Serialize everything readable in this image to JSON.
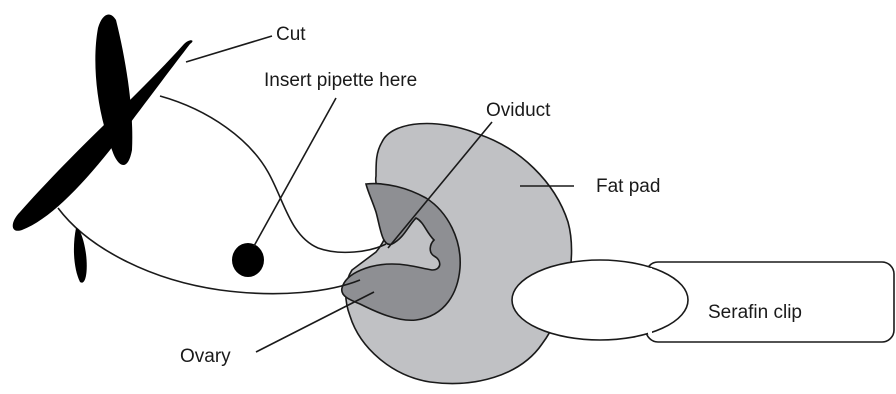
{
  "labels": {
    "cut": "Cut",
    "insert_pipette": "Insert pipette here",
    "oviduct": "Oviduct",
    "fat_pad": "Fat pad",
    "serafin_clip": "Serafin clip",
    "ovary": "Ovary"
  },
  "colors": {
    "outline": "#1a1a1a",
    "fat_pad_fill": "#c0c1c4",
    "ovary_fill": "#8e8f93",
    "clip_fill": "#ffffff",
    "incision_fill": "#000000"
  }
}
